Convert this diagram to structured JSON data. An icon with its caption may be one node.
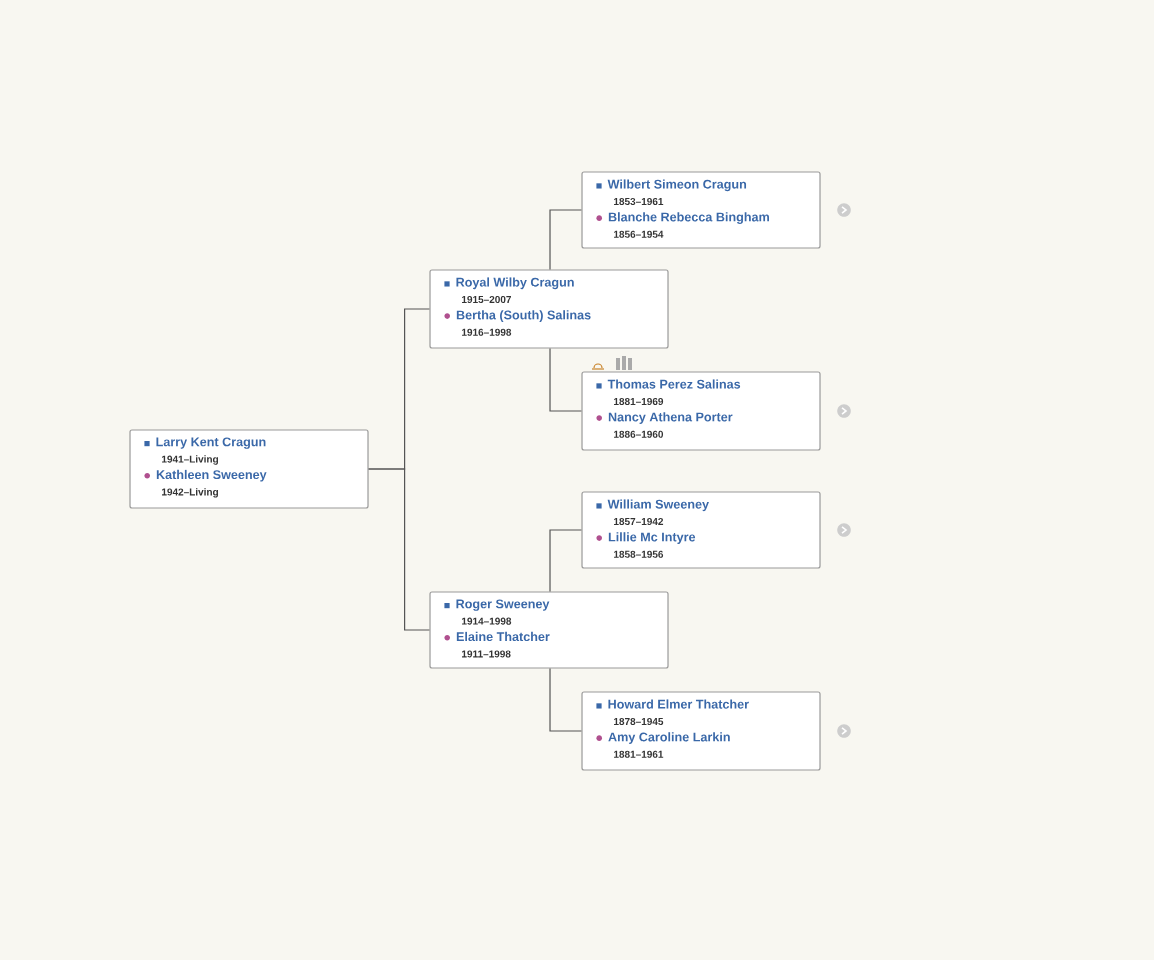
{
  "diagram": {
    "nodes": [
      {
        "text": [
          "Larry Kent Cragun",
          "1941–Living",
          "Kathleen Sweeney",
          "1942–Living"
        ]
      },
      {
        "text": [
          "Royal Wilby Cragun",
          "1915–2007",
          "Bertha (South) Salinas",
          "1916–1998"
        ]
      },
      {
        "text": [
          "Roger Sweeney",
          "1914–1998",
          "Elaine Thatcher",
          "1911–1998"
        ]
      },
      {
        "text": [
          "Wilbert Simeon Cragun",
          "1853–1961",
          "Blanche Rebecca Bingham",
          "1856–1954"
        ]
      },
      {
        "text": [
          "Thomas Perez Salinas",
          "1881–1969",
          "Nancy Athena Porter",
          "1886–1960"
        ]
      },
      {
        "text": [
          "William Sweeney",
          "1857–1942",
          "Lillie Mc Intyre",
          "1858–1956"
        ]
      },
      {
        "text": [
          "Howard Elmer Thatcher",
          "1878–1945",
          "Amy Caroline Larkin",
          "1881–1961"
        ]
      }
    ],
    "edges": [
      {
        "from": 0,
        "to": 1,
        "arrow": "none"
      },
      {
        "from": 0,
        "to": 2,
        "arrow": "none"
      },
      {
        "from": 1,
        "to": 3,
        "arrow": "none"
      },
      {
        "from": 1,
        "to": 4,
        "arrow": "none"
      },
      {
        "from": 2,
        "to": 5,
        "arrow": "none"
      },
      {
        "from": 2,
        "to": 6,
        "arrow": "none"
      }
    ]
  }
}
